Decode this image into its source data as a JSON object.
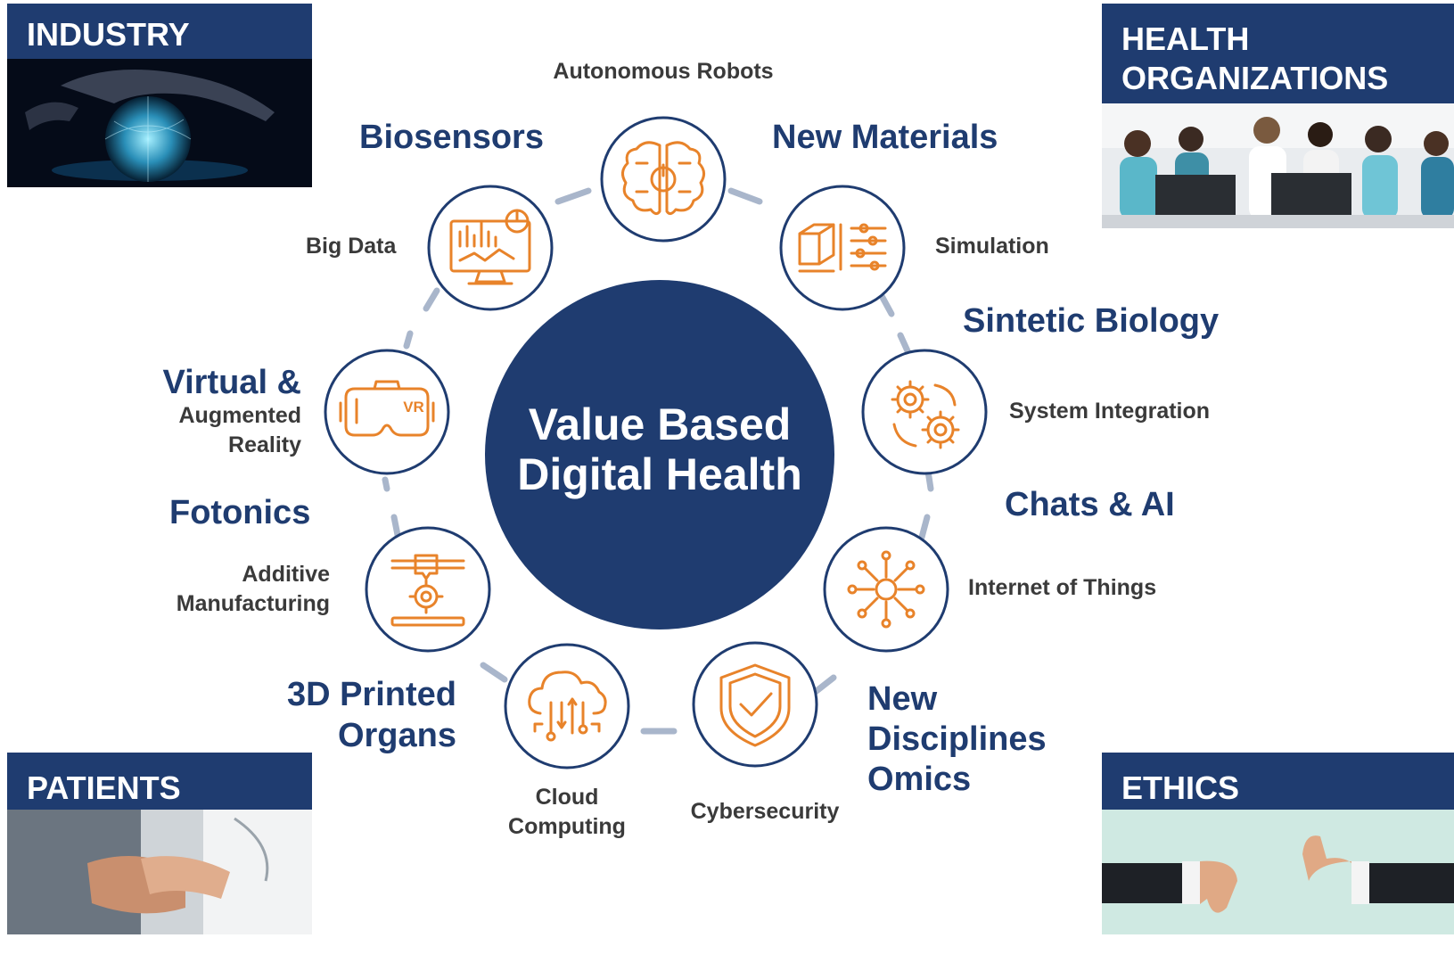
{
  "center": {
    "line1": "Value Based",
    "line2": "Digital Health"
  },
  "corners": {
    "industry": {
      "title": "INDUSTRY"
    },
    "health": {
      "title_line1": "HEALTH",
      "title_line2": "ORGANIZATIONS"
    },
    "patients": {
      "title": "PATIENTS"
    },
    "ethics": {
      "title": "ETHICS"
    }
  },
  "nodes": [
    {
      "label": "Autonomous Robots",
      "icon": "brain-icon"
    },
    {
      "label": "Simulation",
      "icon": "cube-sliders-icon"
    },
    {
      "label": "System Integration",
      "icon": "gears-icon"
    },
    {
      "label": "Internet of Things",
      "icon": "network-hub-icon"
    },
    {
      "label": "Cybersecurity",
      "icon": "shield-check-icon"
    },
    {
      "label_line1": "Cloud",
      "label_line2": "Computing",
      "icon": "cloud-circuit-icon"
    },
    {
      "label_line1": "Additive",
      "label_line2": "Manufacturing",
      "icon": "3d-printer-icon"
    },
    {
      "label": "VR",
      "icon": "vr-headset-icon"
    },
    {
      "label": "Big Data",
      "icon": "analytics-monitor-icon"
    }
  ],
  "disciplines": {
    "biosensors": "Biosensors",
    "new_materials": "New Materials",
    "sintetic_biology": "Sintetic Biology",
    "chats_ai": "Chats & AI",
    "new_disciplines": {
      "line1": "New",
      "line2": "Disciplines",
      "line3": "Omics"
    },
    "printed_organs": {
      "line1": "3D Printed",
      "line2": "Organs"
    },
    "fotonics": "Fotonics",
    "virtual": {
      "line1": "Virtual &",
      "line2": "Augmented",
      "line3": "Reality"
    }
  },
  "colors": {
    "navy": "#1f3c70",
    "orange": "#e8832a",
    "ring": "#a9b6cb"
  }
}
